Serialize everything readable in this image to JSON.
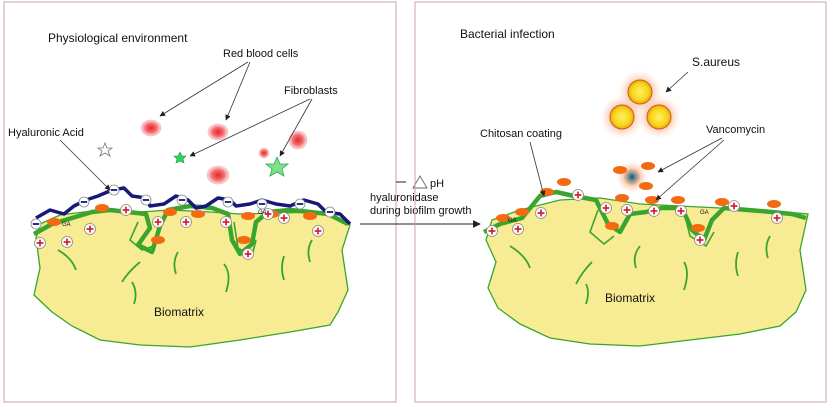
{
  "left_panel": {
    "title": "Physiological environment",
    "red_blood_cells_label": "Red blood cells",
    "fibroblasts_label": "Fibroblasts",
    "hyaluronic_acid_label": "Hyaluronic Acid",
    "biomatrix_label": "Biomatrix",
    "ga_label": "GA"
  },
  "transition": {
    "ph_label": "pH",
    "line1": "hyaluronidase",
    "line2": "during biofilm growth"
  },
  "right_panel": {
    "title": "Bacterial infection",
    "saureus_label": "S.aureus",
    "chitosan_label": "Chitosan coating",
    "vancomycin_label": "Vancomycin",
    "biomatrix_label": "Biomatrix",
    "ga_label": "GA"
  },
  "colors": {
    "panel_border": "#c9a3a3",
    "biomatrix_fill": "#f7eb94",
    "chitosan_green": "#3aa52d",
    "hyaluronic_navy": "#16187a",
    "drug_orange": "#f26b12",
    "rbc_red": "#e8272d",
    "fibroblast_green": "#2fd35c",
    "bacteria_yellow": "#f6d51a",
    "plus_red": "#d2202b"
  }
}
